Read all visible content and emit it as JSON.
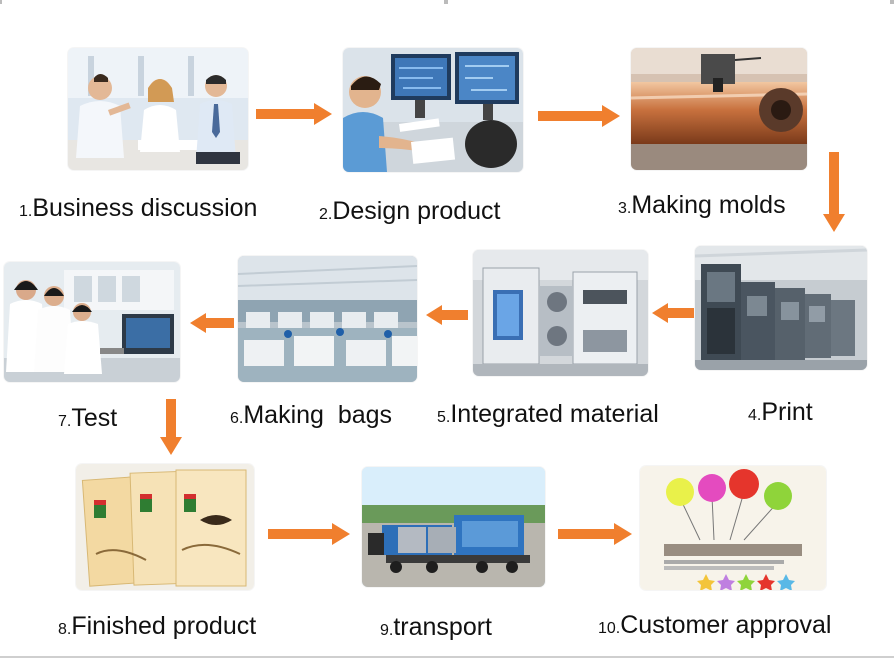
{
  "colors": {
    "arrow": "#f07f2e",
    "text": "#111111",
    "background": "#ffffff"
  },
  "steps": [
    {
      "number": "1.",
      "label": "Business discussion",
      "image": "business-meeting-photo"
    },
    {
      "number": "2.",
      "label": "Design product",
      "image": "designer-at-computer-photo"
    },
    {
      "number": "3.",
      "label": "Making molds",
      "image": "copper-cylinder-engraving-photo"
    },
    {
      "number": "4.",
      "label": "Print",
      "image": "printing-press-photo"
    },
    {
      "number": "5.",
      "label": "Integrated material",
      "image": "laminating-machine-photo"
    },
    {
      "number": "6.",
      "label": "Making  bags",
      "image": "bag-making-factory-photo"
    },
    {
      "number": "7.",
      "label": "Test",
      "image": "laboratory-testing-photo"
    },
    {
      "number": "8.",
      "label": "Finished product",
      "image": "packaged-bags-photo"
    },
    {
      "number": "9.",
      "label": "transport",
      "image": "cargo-trucks-photo"
    },
    {
      "number": "10.",
      "label": "Customer approval",
      "image": "customer-approval-stars-photo"
    }
  ],
  "arrows": [
    {
      "from": 1,
      "to": 2,
      "direction": "right"
    },
    {
      "from": 2,
      "to": 3,
      "direction": "right"
    },
    {
      "from": 3,
      "to": 4,
      "direction": "down"
    },
    {
      "from": 4,
      "to": 5,
      "direction": "left"
    },
    {
      "from": 5,
      "to": 6,
      "direction": "left"
    },
    {
      "from": 6,
      "to": 7,
      "direction": "left"
    },
    {
      "from": 7,
      "to": 8,
      "direction": "down"
    },
    {
      "from": 8,
      "to": 9,
      "direction": "right"
    },
    {
      "from": 9,
      "to": 10,
      "direction": "right"
    }
  ]
}
